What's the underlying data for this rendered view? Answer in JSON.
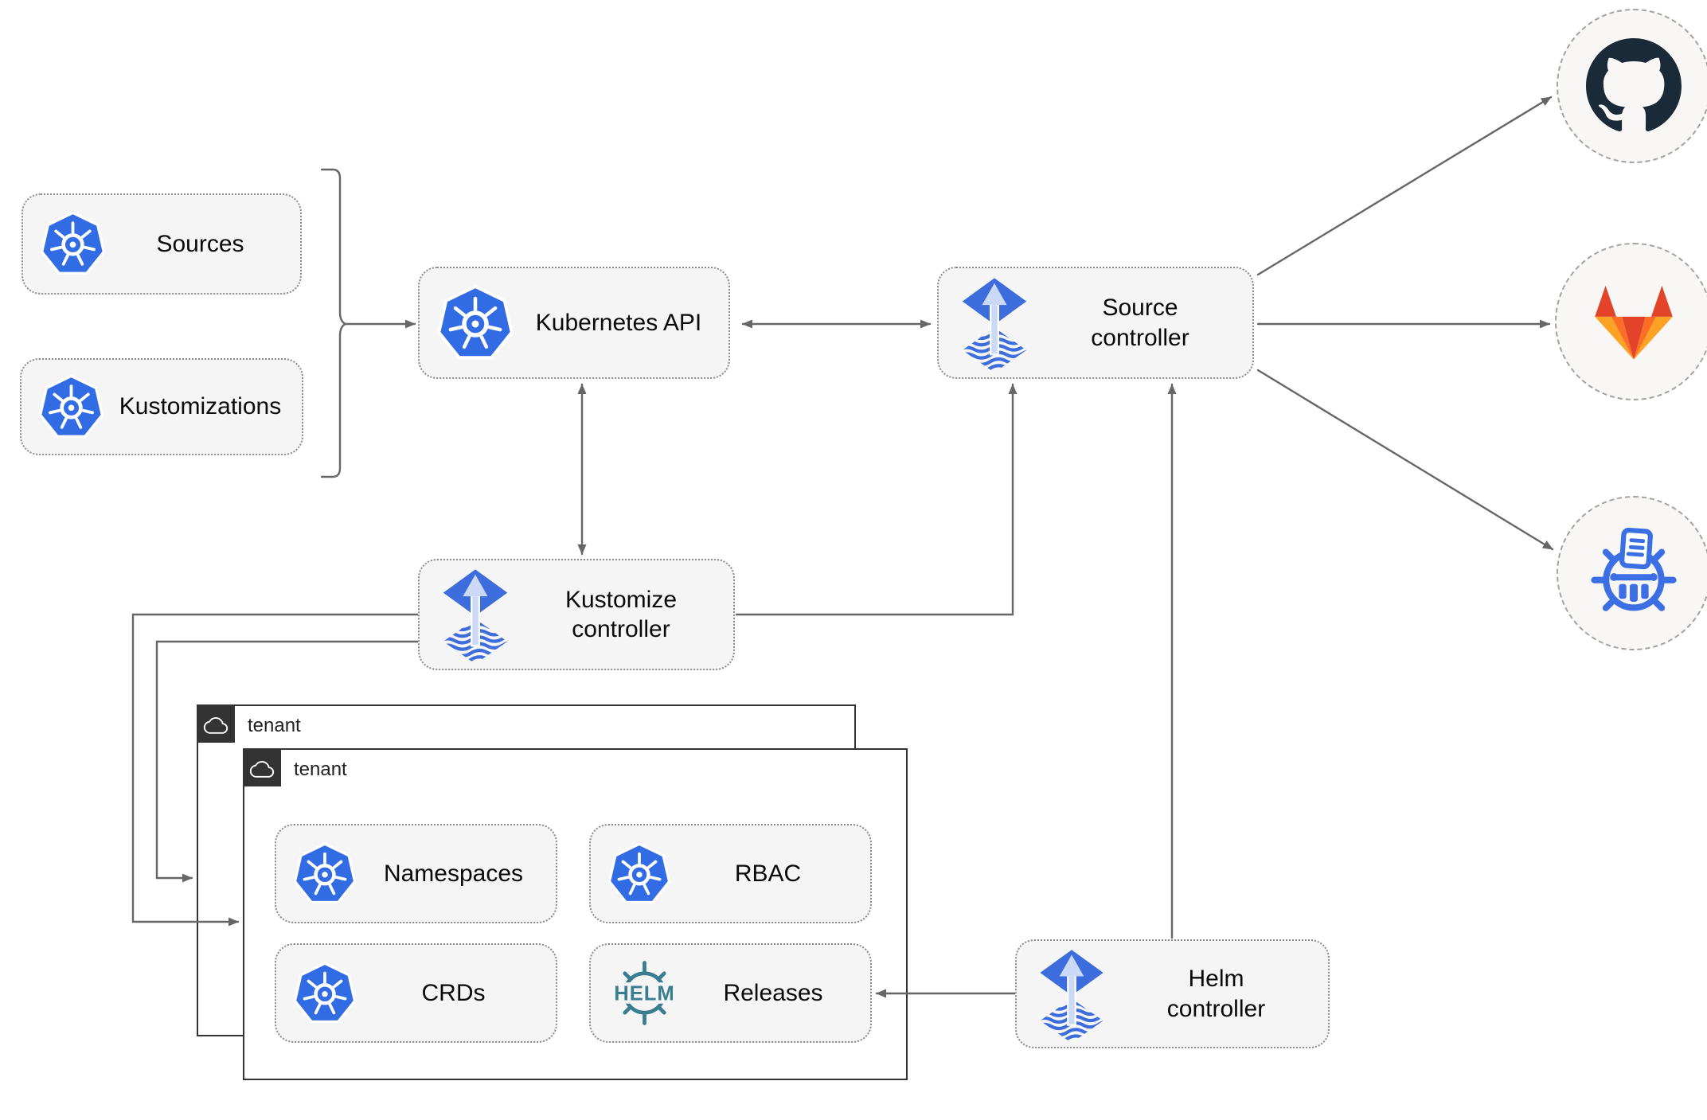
{
  "nodes": {
    "sources": {
      "label": "Sources"
    },
    "kustomizations": {
      "label": "Kustomizations"
    },
    "kubernetes_api": {
      "label": "Kubernetes API"
    },
    "source_controller": {
      "label": "Source\ncontroller"
    },
    "kustomize_controller": {
      "label": "Kustomize\ncontroller"
    },
    "helm_controller": {
      "label": "Helm\ncontroller"
    },
    "namespaces": {
      "label": "Namespaces"
    },
    "rbac": {
      "label": "RBAC"
    },
    "crds": {
      "label": "CRDs"
    },
    "releases": {
      "label": "Releases"
    }
  },
  "tenants": {
    "back_label": "tenant",
    "front_label": "tenant"
  },
  "icons": {
    "helm_wheel_text": "HELM",
    "kubernetes": "kubernetes-logo",
    "flux": "flux-logo",
    "helm": "helm-wheel-logo",
    "github": "github-logo",
    "gitlab": "gitlab-logo",
    "chartmuseum": "chartmuseum-logo",
    "cloud": "cloud-tag"
  },
  "colors": {
    "kubernetes_blue": "#326CE5",
    "flux_blue": "#3D6DDD",
    "flux_arrow_light": "#CBD9F6",
    "helm_teal": "#3A7D8F",
    "chartmuseum_blue": "#3B6FE3",
    "github_dark": "#1B2A38",
    "gitlab_red": "#E24329",
    "gitlab_orange": "#FC6D26",
    "gitlab_yellow": "#FCA326",
    "wire_gray": "#666666",
    "node_fill": "#F5F5F5",
    "tenant_border": "#333333"
  }
}
